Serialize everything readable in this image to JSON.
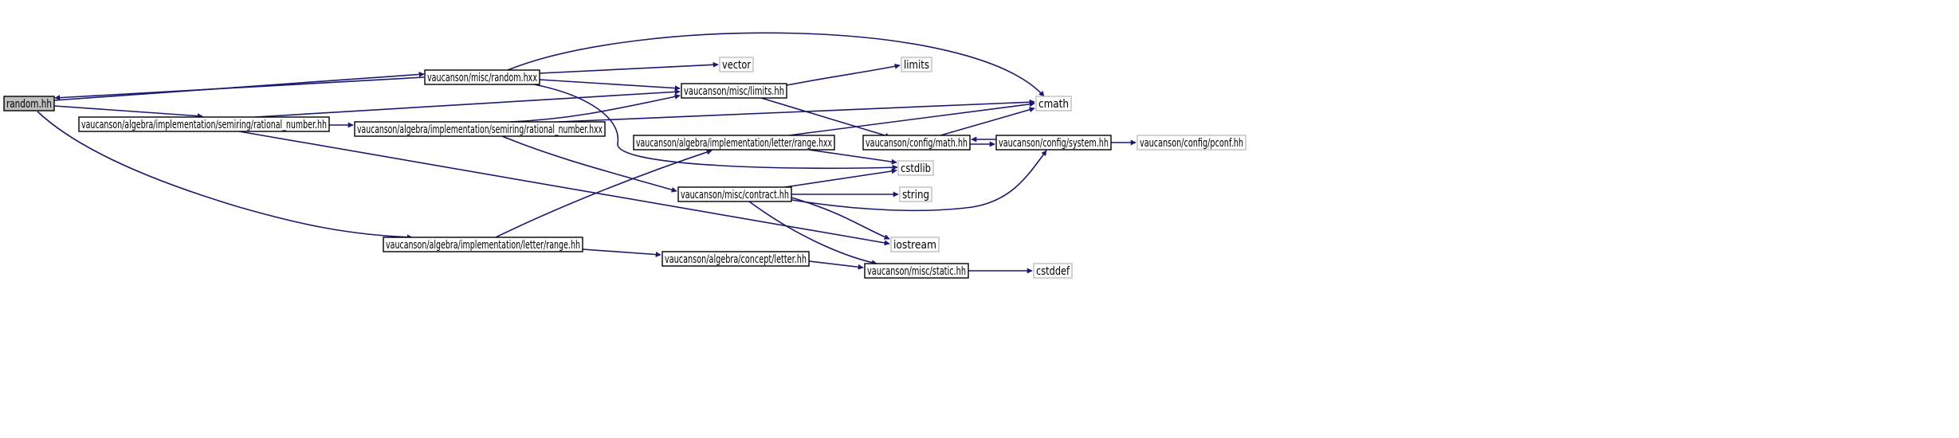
{
  "colors": {
    "edge": "#191970",
    "node_border": "#000000",
    "node_border_external": "#bfbfbf",
    "node_fill": "#ffffff",
    "node_fill_root": "#bfbfbf"
  },
  "nodes": [
    {
      "id": "random_hh",
      "label": "random.hh",
      "kind": "root"
    },
    {
      "id": "misc_random_hxx",
      "label": "vaucanson/misc/random.hxx",
      "kind": "internal"
    },
    {
      "id": "rational_number_hh",
      "label": "vaucanson/algebra/implementation/semiring/rational_number.hh",
      "kind": "internal"
    },
    {
      "id": "rational_number_hxx",
      "label": "vaucanson/algebra/implementation/semiring/rational_number.hxx",
      "kind": "internal"
    },
    {
      "id": "vector",
      "label": "vector",
      "kind": "external"
    },
    {
      "id": "misc_limits_hh",
      "label": "vaucanson/misc/limits.hh",
      "kind": "internal"
    },
    {
      "id": "limits",
      "label": "limits",
      "kind": "external"
    },
    {
      "id": "cmath",
      "label": "cmath",
      "kind": "external"
    },
    {
      "id": "letter_range_hxx",
      "label": "vaucanson/algebra/implementation/letter/range.hxx",
      "kind": "internal"
    },
    {
      "id": "config_math_hh",
      "label": "vaucanson/config/math.hh",
      "kind": "internal"
    },
    {
      "id": "config_system_hh",
      "label": "vaucanson/config/system.hh",
      "kind": "internal"
    },
    {
      "id": "config_pconf_hh",
      "label": "vaucanson/config/pconf.hh",
      "kind": "external"
    },
    {
      "id": "cstdlib",
      "label": "cstdlib",
      "kind": "external"
    },
    {
      "id": "misc_contract_hh",
      "label": "vaucanson/misc/contract.hh",
      "kind": "internal"
    },
    {
      "id": "string",
      "label": "string",
      "kind": "external"
    },
    {
      "id": "iostream",
      "label": "iostream",
      "kind": "external"
    },
    {
      "id": "letter_range_hh",
      "label": "vaucanson/algebra/implementation/letter/range.hh",
      "kind": "internal"
    },
    {
      "id": "concept_letter_hh",
      "label": "vaucanson/algebra/concept/letter.hh",
      "kind": "internal"
    },
    {
      "id": "misc_static_hh",
      "label": "vaucanson/misc/static.hh",
      "kind": "internal"
    },
    {
      "id": "cstddef",
      "label": "cstddef",
      "kind": "external"
    }
  ],
  "edges": [
    {
      "from": "random_hh",
      "to": "misc_random_hxx"
    },
    {
      "from": "misc_random_hxx",
      "to": "random_hh"
    },
    {
      "from": "random_hh",
      "to": "rational_number_hh"
    },
    {
      "from": "random_hh",
      "to": "letter_range_hh"
    },
    {
      "from": "misc_random_hxx",
      "to": "vector"
    },
    {
      "from": "misc_random_hxx",
      "to": "misc_limits_hh"
    },
    {
      "from": "misc_random_hxx",
      "to": "cmath"
    },
    {
      "from": "misc_random_hxx",
      "to": "cstdlib"
    },
    {
      "from": "rational_number_hh",
      "to": "rational_number_hxx"
    },
    {
      "from": "rational_number_hh",
      "to": "misc_limits_hh"
    },
    {
      "from": "rational_number_hh",
      "to": "iostream"
    },
    {
      "from": "rational_number_hxx",
      "to": "misc_limits_hh"
    },
    {
      "from": "rational_number_hxx",
      "to": "cmath"
    },
    {
      "from": "rational_number_hxx",
      "to": "misc_contract_hh"
    },
    {
      "from": "misc_limits_hh",
      "to": "limits"
    },
    {
      "from": "misc_limits_hh",
      "to": "config_math_hh"
    },
    {
      "from": "config_math_hh",
      "to": "cmath"
    },
    {
      "from": "config_math_hh",
      "to": "config_system_hh"
    },
    {
      "from": "config_system_hh",
      "to": "config_math_hh"
    },
    {
      "from": "config_system_hh",
      "to": "config_pconf_hh"
    },
    {
      "from": "letter_range_hxx",
      "to": "cmath"
    },
    {
      "from": "letter_range_hxx",
      "to": "cstdlib"
    },
    {
      "from": "misc_contract_hh",
      "to": "cstdlib"
    },
    {
      "from": "misc_contract_hh",
      "to": "string"
    },
    {
      "from": "misc_contract_hh",
      "to": "iostream"
    },
    {
      "from": "misc_contract_hh",
      "to": "config_system_hh"
    },
    {
      "from": "misc_contract_hh",
      "to": "misc_static_hh"
    },
    {
      "from": "letter_range_hh",
      "to": "letter_range_hxx"
    },
    {
      "from": "letter_range_hh",
      "to": "concept_letter_hh"
    },
    {
      "from": "concept_letter_hh",
      "to": "misc_static_hh"
    },
    {
      "from": "misc_static_hh",
      "to": "cstddef"
    }
  ]
}
